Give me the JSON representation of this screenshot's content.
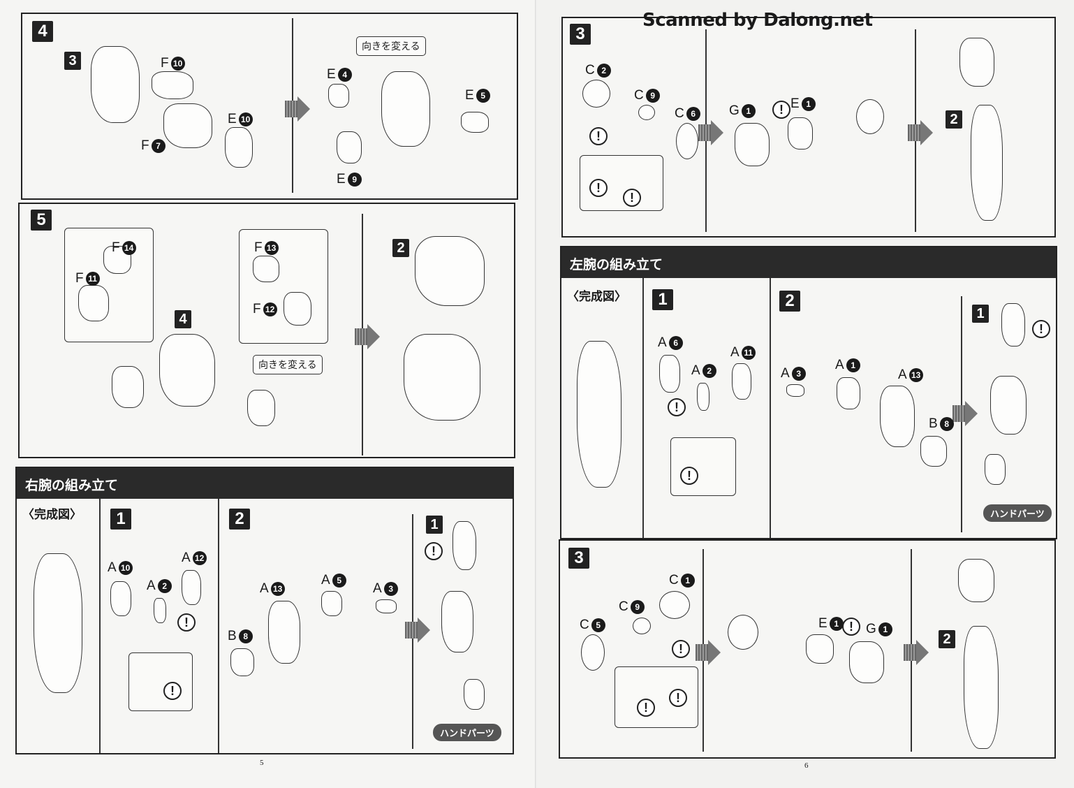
{
  "watermark": "Scanned by Dalong.net",
  "page5": {
    "page_number": "5",
    "step4": {
      "step": "4",
      "ref": "3",
      "labels": [
        {
          "l": "F",
          "n": "10"
        },
        {
          "l": "E",
          "n": "10"
        },
        {
          "l": "F",
          "n": "7"
        },
        {
          "l": "E",
          "n": "4"
        },
        {
          "l": "E",
          "n": "5"
        },
        {
          "l": "E",
          "n": "9"
        }
      ],
      "callout": "向きを変える"
    },
    "step5": {
      "step": "5",
      "ref_a": "4",
      "ref_b": "2",
      "labels": [
        {
          "l": "F",
          "n": "14"
        },
        {
          "l": "F",
          "n": "11"
        },
        {
          "l": "F",
          "n": "13"
        },
        {
          "l": "F",
          "n": "12"
        }
      ],
      "callout": "向きを変える"
    },
    "right_arm": {
      "header": "右腕の組み立て",
      "complete": "〈完成図〉",
      "step1": "1",
      "step2": "2",
      "ref1": "1",
      "labels": [
        {
          "l": "A",
          "n": "10"
        },
        {
          "l": "A",
          "n": "2"
        },
        {
          "l": "A",
          "n": "12"
        },
        {
          "l": "A",
          "n": "13"
        },
        {
          "l": "A",
          "n": "5"
        },
        {
          "l": "A",
          "n": "3"
        },
        {
          "l": "B",
          "n": "8"
        }
      ],
      "hand": "ハンドパーツ",
      "warn": "!"
    }
  },
  "page6": {
    "page_number": "6",
    "step3": {
      "step": "3",
      "ref": "2",
      "labels": [
        {
          "l": "C",
          "n": "2"
        },
        {
          "l": "C",
          "n": "9"
        },
        {
          "l": "C",
          "n": "6"
        },
        {
          "l": "G",
          "n": "1"
        },
        {
          "l": "E",
          "n": "1"
        }
      ],
      "warn": "!"
    },
    "left_arm": {
      "header": "左腕の組み立て",
      "complete": "〈完成図〉",
      "step1": "1",
      "step2": "2",
      "ref1": "1",
      "labels": [
        {
          "l": "A",
          "n": "6"
        },
        {
          "l": "A",
          "n": "2"
        },
        {
          "l": "A",
          "n": "11"
        },
        {
          "l": "A",
          "n": "3"
        },
        {
          "l": "A",
          "n": "1"
        },
        {
          "l": "A",
          "n": "13"
        },
        {
          "l": "B",
          "n": "8"
        }
      ],
      "hand": "ハンドパーツ",
      "warn": "!"
    },
    "step3b": {
      "step": "3",
      "ref": "2",
      "labels": [
        {
          "l": "C",
          "n": "1"
        },
        {
          "l": "C",
          "n": "9"
        },
        {
          "l": "C",
          "n": "5"
        },
        {
          "l": "E",
          "n": "1"
        },
        {
          "l": "G",
          "n": "1"
        }
      ],
      "warn": "!"
    }
  }
}
